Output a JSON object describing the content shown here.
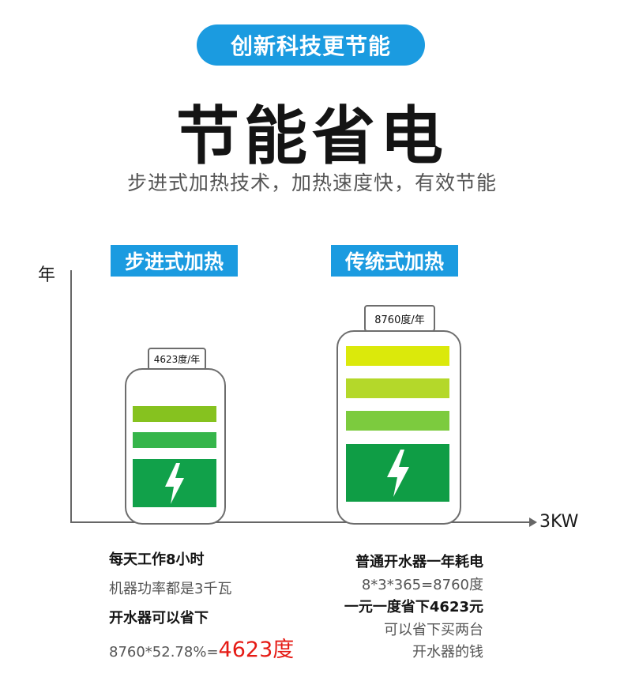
{
  "header": {
    "pill_text": "创新科技更节能",
    "title": "节能省电",
    "subtitle": "步进式加热技术，加热速度快，有效节能"
  },
  "chart": {
    "y_axis_label": "年",
    "x_axis_label": "3KW",
    "left": {
      "label": "步进式加热",
      "value_text": "4623度/年",
      "bar_colors": [
        "#86c21f",
        "#35b54a",
        "#11a14a"
      ]
    },
    "right": {
      "label": "传统式加热",
      "value_text": "8760度/年",
      "bar_colors": [
        "#dbe90b",
        "#b4d82a",
        "#7ccb3e",
        "#0f9d45"
      ]
    }
  },
  "notes_left": {
    "line1": "每天工作8小时",
    "line2": "机器功率都是3千瓦",
    "line3": "开水器可以省下",
    "line4_prefix": "8760*52.78%=",
    "line4_highlight": "4623度"
  },
  "notes_right": {
    "line1": "普通开水器一年耗电",
    "line2": "8*3*365=8760度",
    "line3": "一元一度省下4623元",
    "line4": "可以省下买两台",
    "line5": "开水器的钱"
  },
  "icons": {
    "bolt": "lightning-bolt-icon"
  }
}
